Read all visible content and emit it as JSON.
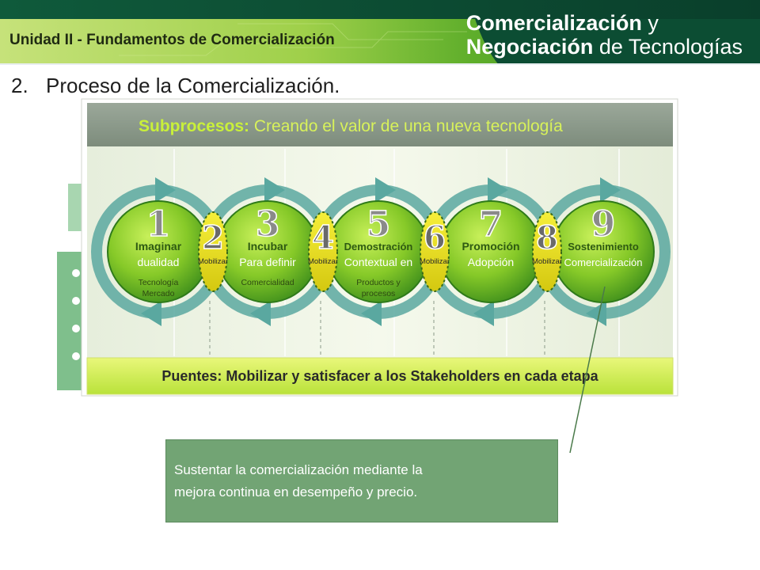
{
  "header": {
    "unit_title": "Unidad II - Fundamentos  de Comercialización",
    "brand_line1_bold": "Comercialización",
    "brand_line1_light": " y",
    "brand_line2_bold": "Negociación",
    "brand_line2_light": " de Tecnologías"
  },
  "section": {
    "number": "2.",
    "title": "Proceso de la Comercialización."
  },
  "diagram": {
    "banner_bold": "Subprocesos:",
    "banner_rest": " Creando el valor de una nueva tecnología",
    "stages": [
      {
        "number": "1",
        "line1": "Imaginar",
        "line2": "dualidad",
        "line3": "Tecnología",
        "line4": "Mercado"
      },
      {
        "number": "3",
        "line1": "Incubar",
        "line2": "Para definir",
        "line3": "Comercialidad",
        "line4": ""
      },
      {
        "number": "5",
        "line1": "Demostración",
        "line2": "Contextual en",
        "line3": "Productos y",
        "line4": "procesos"
      },
      {
        "number": "7",
        "line1": "Promoción",
        "line2": "Adopción",
        "line3": "",
        "line4": ""
      },
      {
        "number": "9",
        "line1": "Sostenimiento",
        "line2": "Comercialización",
        "line3": "",
        "line4": ""
      }
    ],
    "bridges": [
      {
        "number": "2",
        "label": "Mobilizar"
      },
      {
        "number": "4",
        "label": "Mobilizar"
      },
      {
        "number": "6",
        "label": "Mobilizar"
      },
      {
        "number": "8",
        "label": "Mobilizar"
      }
    ],
    "bottom_banner": "Puentes: Mobilizar y satisfacer a los Stakeholders en cada etapa"
  },
  "callout": {
    "text_line1": "Sustentar la comercialización mediante la",
    "text_line2": "mejora continua en desempeño y precio."
  },
  "colors": {
    "header_dark": "#0e5a3c",
    "header_green": "#6fb82a",
    "stage_green": "#7cc422",
    "bridge_yellow": "#e8e020",
    "arrow_teal": "#5aa8a0",
    "callout_bg": "#72a474"
  }
}
